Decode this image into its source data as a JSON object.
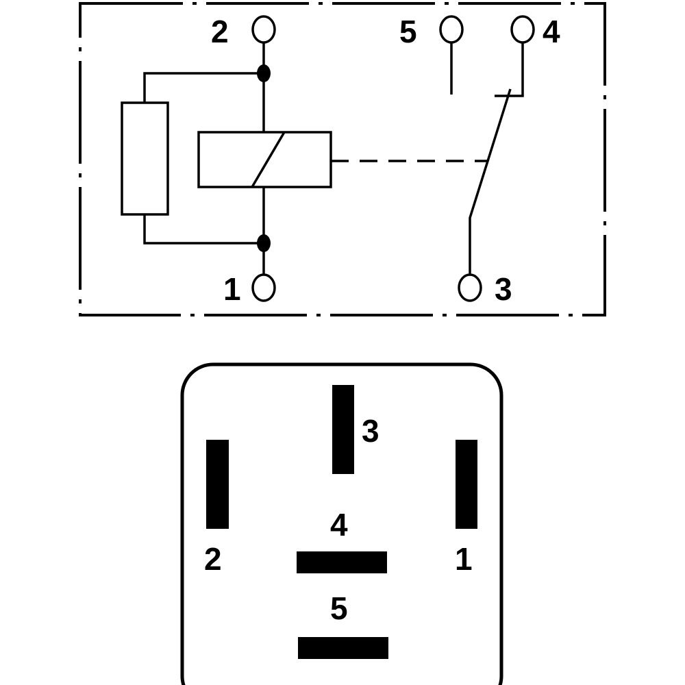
{
  "schematic": {
    "terminal_labels": {
      "t1": "1",
      "t2": "2",
      "t3": "3",
      "t4": "4",
      "t5": "5"
    }
  },
  "pinout": {
    "pin_labels": {
      "p1": "1",
      "p2": "2",
      "p3": "3",
      "p4": "4",
      "p5": "5"
    }
  },
  "colors": {
    "ink": "#000000",
    "background": "#ffffff"
  }
}
